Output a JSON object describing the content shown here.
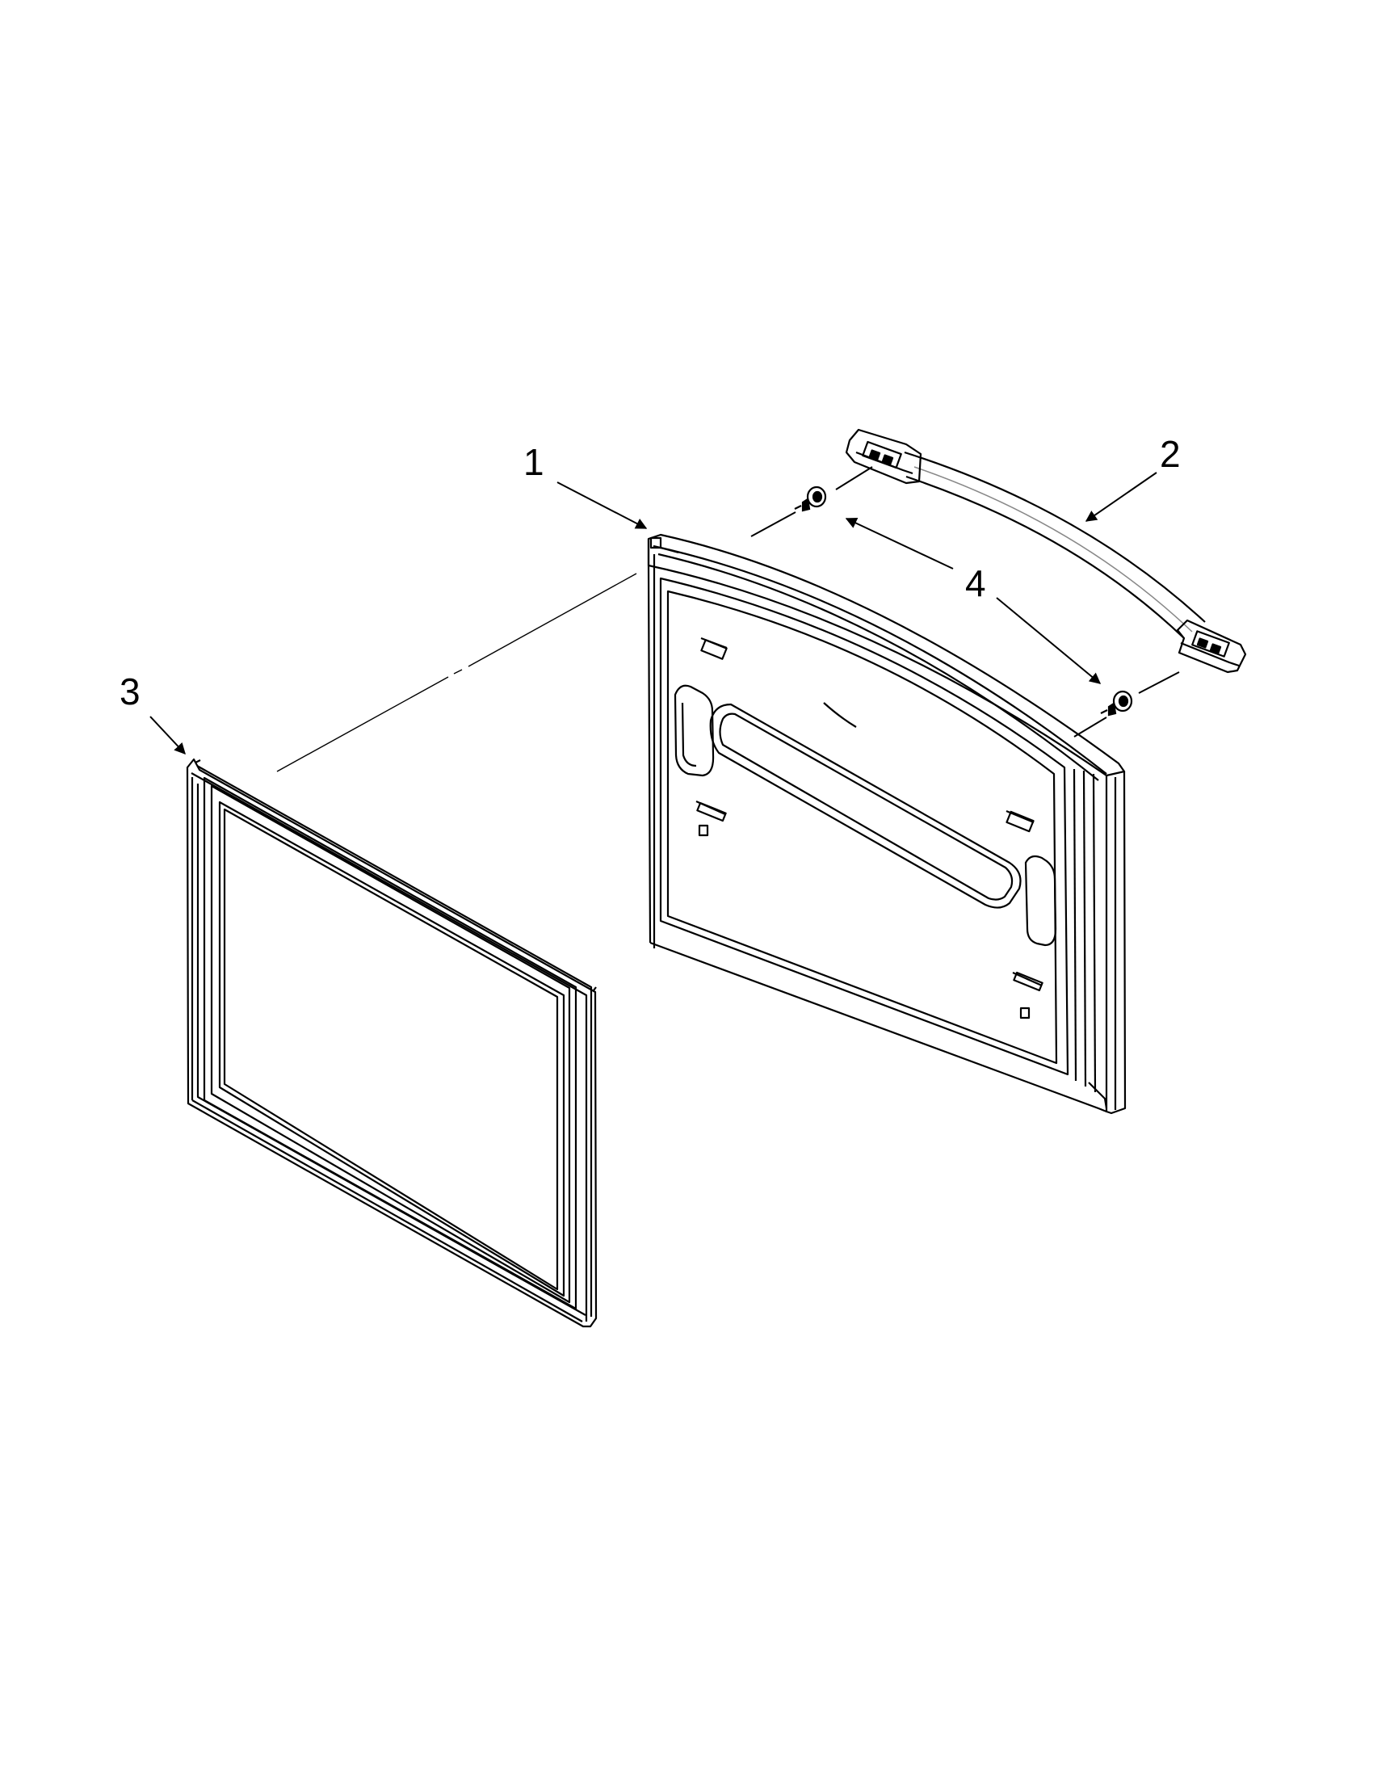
{
  "diagram": {
    "type": "exploded-parts-view",
    "colors": {
      "line": "#000000",
      "background": "#ffffff",
      "hatch": "#888888"
    },
    "callouts": [
      {
        "id": "1",
        "label": "1",
        "part": "freezer-door"
      },
      {
        "id": "2",
        "label": "2",
        "part": "door-handle"
      },
      {
        "id": "3",
        "label": "3",
        "part": "door-gasket"
      },
      {
        "id": "4",
        "label": "4",
        "part": "handle-mounting-screw"
      }
    ]
  }
}
